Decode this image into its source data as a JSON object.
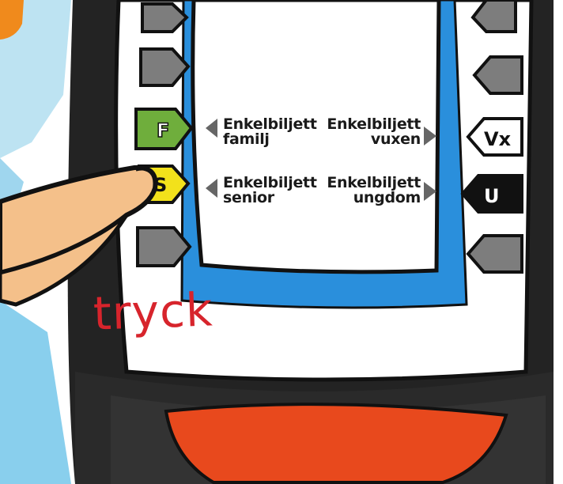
{
  "screen": {
    "left_items": [
      {
        "line1": "Enkelbiljett",
        "line2": "familj"
      },
      {
        "line1": "Enkelbiljett",
        "line2": "senior"
      }
    ],
    "right_items": [
      {
        "line1": "Enkelbiljett",
        "line2": "vuxen"
      },
      {
        "line1": "Enkelbiljett",
        "line2": "ungdom"
      }
    ]
  },
  "buttons": {
    "left": [
      "",
      "",
      "F",
      "S",
      ""
    ],
    "right": [
      "",
      "",
      "Vx",
      "U",
      ""
    ]
  },
  "annotation": {
    "text": "tryck"
  },
  "colors": {
    "panel_blue": "#2a8fdc",
    "machine_black": "#232323",
    "button_gray": "#7d7d7d",
    "family_green": "#6fae3c",
    "senior_yellow": "#f2e11b",
    "orange_slot": "#e8491d",
    "annotation_red": "#d7242c"
  }
}
